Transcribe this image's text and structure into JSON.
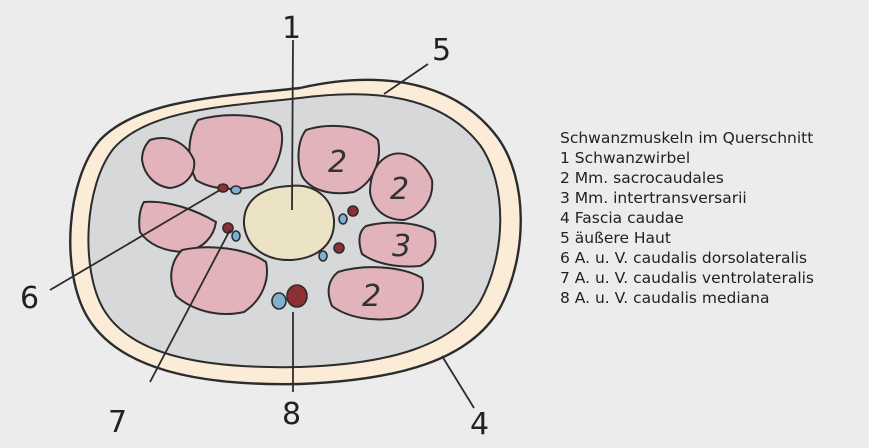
{
  "figure": {
    "callouts": {
      "n1": "1",
      "n4": "4",
      "n5": "5",
      "n6": "6",
      "n7": "7",
      "n8": "8"
    },
    "muscle_labels": {
      "m1": "2",
      "m2": "2",
      "m3": "3",
      "m4": "2"
    },
    "colors": {
      "background": "#ececed",
      "skin_outer": "#fbecd8",
      "fascia_fill": "#d7d8d9",
      "muscle": "#e3b3bb",
      "vertebra": "#ece2c4",
      "artery": "#8e2f35",
      "vein": "#7fb1cf",
      "outline": "#2c2c2c"
    }
  },
  "legend": {
    "title": "Schwanzmuskeln im Querschnitt",
    "items": [
      "1 Schwanzwirbel",
      "2 Mm. sacrocaudales",
      "3 Mm. intertransversarii",
      "4 Fascia caudae",
      "5 äußere Haut",
      "6 A. u. V. caudalis dorsolateralis",
      "7 A. u. V. caudalis ventrolateralis",
      "8 A. u. V. caudalis mediana"
    ]
  }
}
